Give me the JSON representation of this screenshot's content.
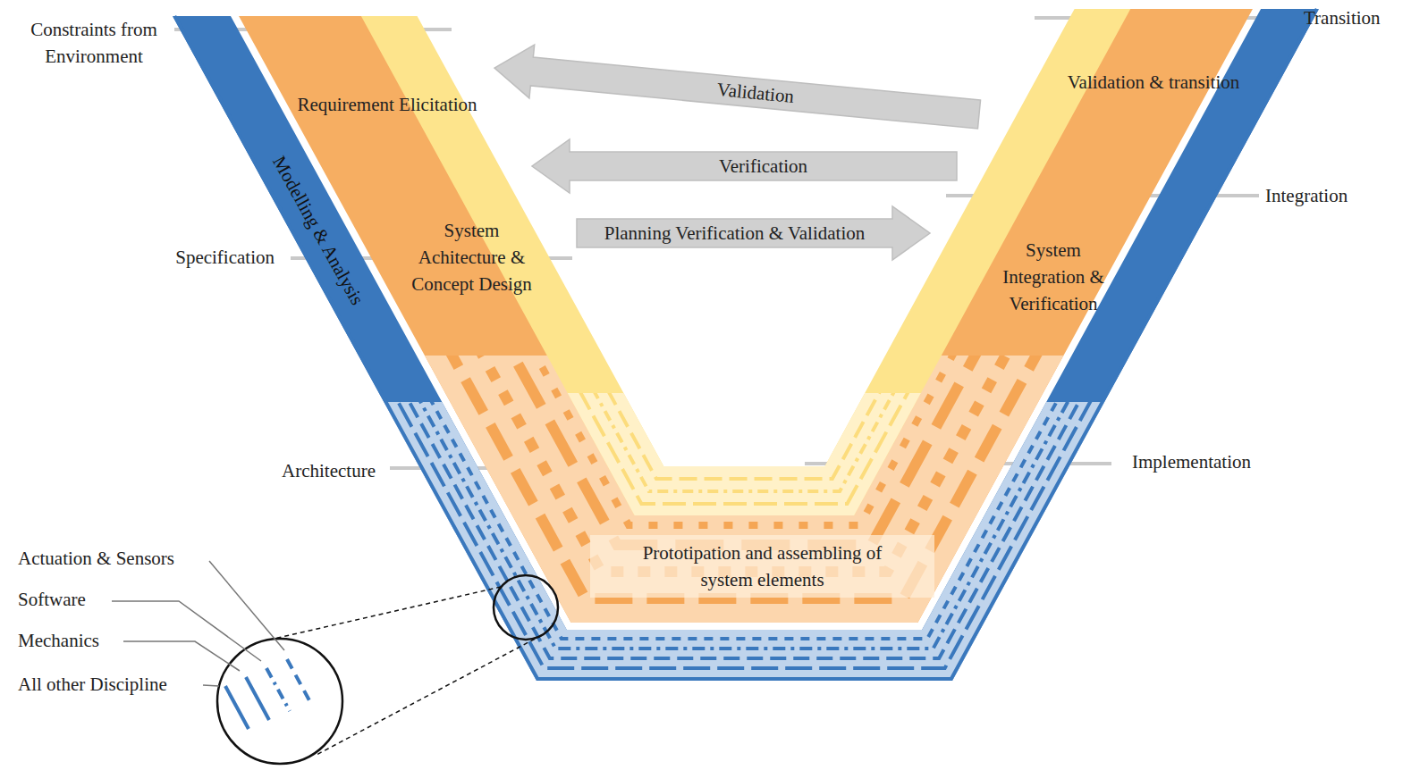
{
  "diagram": {
    "nodes": [
      {
        "text": [
          "Modelling & Analysis"
        ]
      },
      {
        "text": [
          "Requirement Elicitation"
        ]
      },
      {
        "text": [
          "System Achitecture & Concept Design"
        ]
      },
      {
        "text": [
          "Prototipation and assembling of system elements"
        ]
      },
      {
        "text": [
          "System Integration & Verification"
        ]
      },
      {
        "text": [
          "Validation & transition"
        ]
      }
    ],
    "edges": [
      {
        "from": 5,
        "to": 1,
        "label": "Validation",
        "arrow": "to"
      },
      {
        "from": 4,
        "to": 2,
        "label": "Verification",
        "arrow": "to"
      },
      {
        "from": 2,
        "to": 4,
        "label": "Planning Verification & Validation",
        "arrow": "to"
      }
    ],
    "labels": [
      "Constraints from Environment",
      "Specification",
      "Architecture",
      "Actuation & Sensors",
      "Software",
      "Mechanics",
      "All other Discipline",
      "Transition",
      "Integration",
      "Implementation"
    ]
  }
}
